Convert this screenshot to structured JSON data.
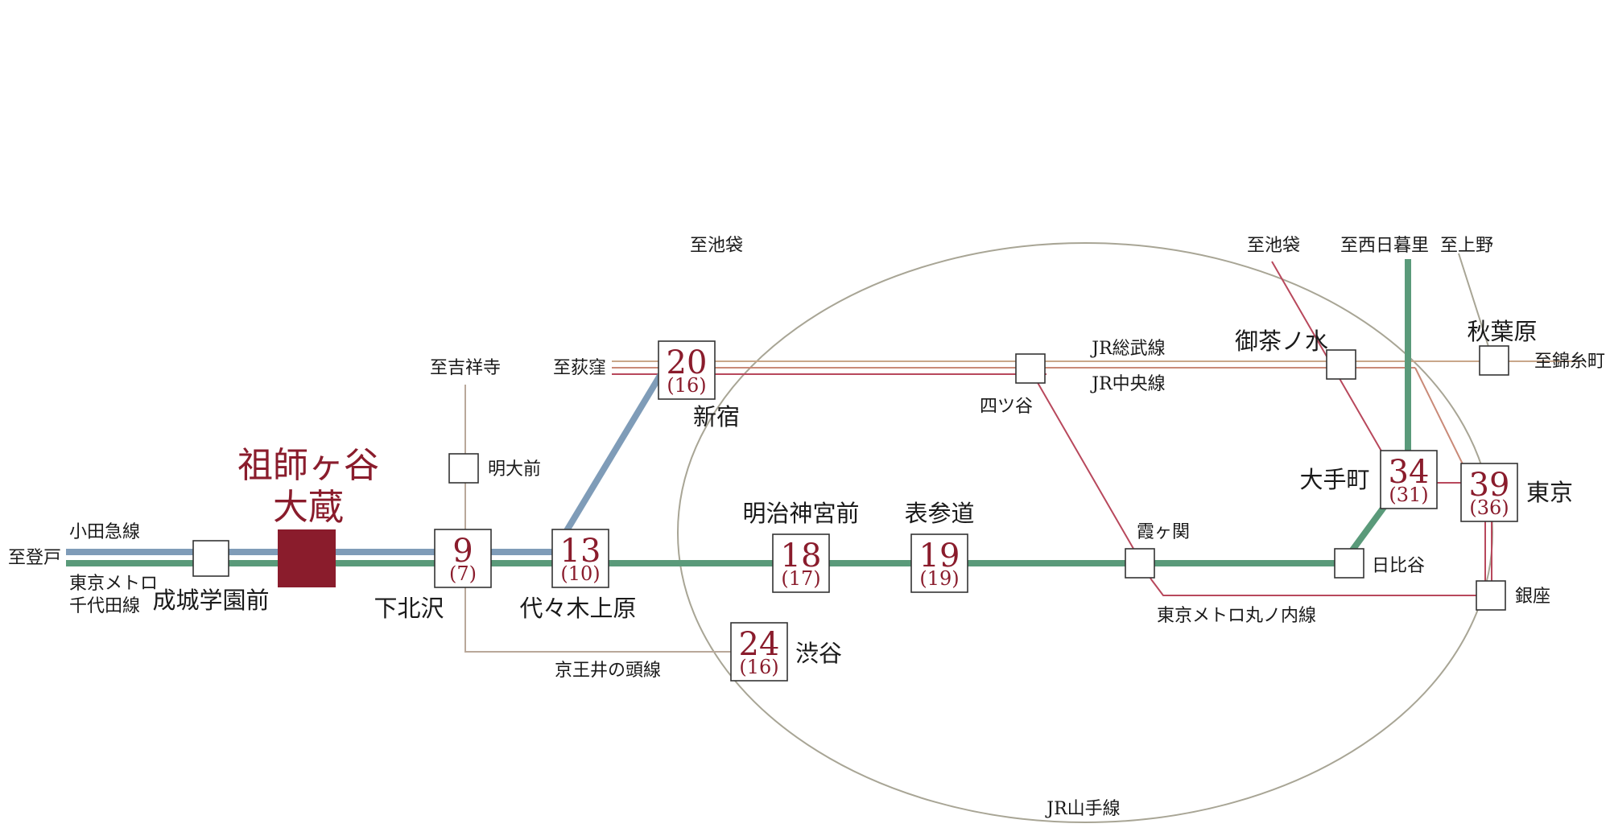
{
  "colors": {
    "odakyu": "#7f9cb8",
    "chiyoda": "#5a9a7a",
    "jr_chuo": "#c98a78",
    "jr_sobu": "#c9a78a",
    "maroon": "#8a1c2c",
    "marunouchi": "#b8485c",
    "yamanote": "#a8a595",
    "inokashira": "#b9a89a"
  },
  "origin": {
    "line1": "祖師ヶ谷",
    "line2": "大蔵"
  },
  "labels": {
    "to_noborito": "至登戸",
    "odakyu_line": "小田急線",
    "chiyoda_line1": "東京メトロ",
    "chiyoda_line2": "千代田線",
    "to_kichijoji": "至吉祥寺",
    "to_ogikubo": "至荻窪",
    "to_ikebukuro_1": "至池袋",
    "to_ikebukuro_2": "至池袋",
    "to_nishinippori": "至西日暮里",
    "to_ueno": "至上野",
    "to_kinshicho": "至錦糸町",
    "jr_sobu_line": "JR総武線",
    "jr_chuo_line": "JR中央線",
    "keio_inokashira_line": "京王井の頭線",
    "marunouchi_line": "東京メトロ丸ノ内線",
    "yamanote_line": "JR山手線"
  },
  "stations": {
    "seijogakuenmae": {
      "name": "成城学園前"
    },
    "shimokitazawa": {
      "name": "下北沢",
      "minutes": "9",
      "sub": "(7)"
    },
    "meidaimae": {
      "name": "明大前"
    },
    "yoyogiuehara": {
      "name": "代々木上原",
      "minutes": "13",
      "sub": "(10)"
    },
    "shinjuku": {
      "name": "新宿",
      "minutes": "20",
      "sub": "(16)"
    },
    "meijijingumae": {
      "name": "明治神宮前",
      "minutes": "18",
      "sub": "(17)"
    },
    "omotesando": {
      "name": "表参道",
      "minutes": "19",
      "sub": "(19)"
    },
    "shibuya": {
      "name": "渋谷",
      "minutes": "24",
      "sub": "(16)"
    },
    "yotsuya": {
      "name": "四ツ谷"
    },
    "kasumigaseki": {
      "name": "霞ヶ関"
    },
    "hibiya": {
      "name": "日比谷"
    },
    "ochanomizu": {
      "name": "御茶ノ水"
    },
    "otemachi": {
      "name": "大手町",
      "minutes": "34",
      "sub": "(31)"
    },
    "akihabara": {
      "name": "秋葉原"
    },
    "tokyo": {
      "name": "東京",
      "minutes": "39",
      "sub": "(36)"
    },
    "ginza": {
      "name": "銀座"
    }
  }
}
